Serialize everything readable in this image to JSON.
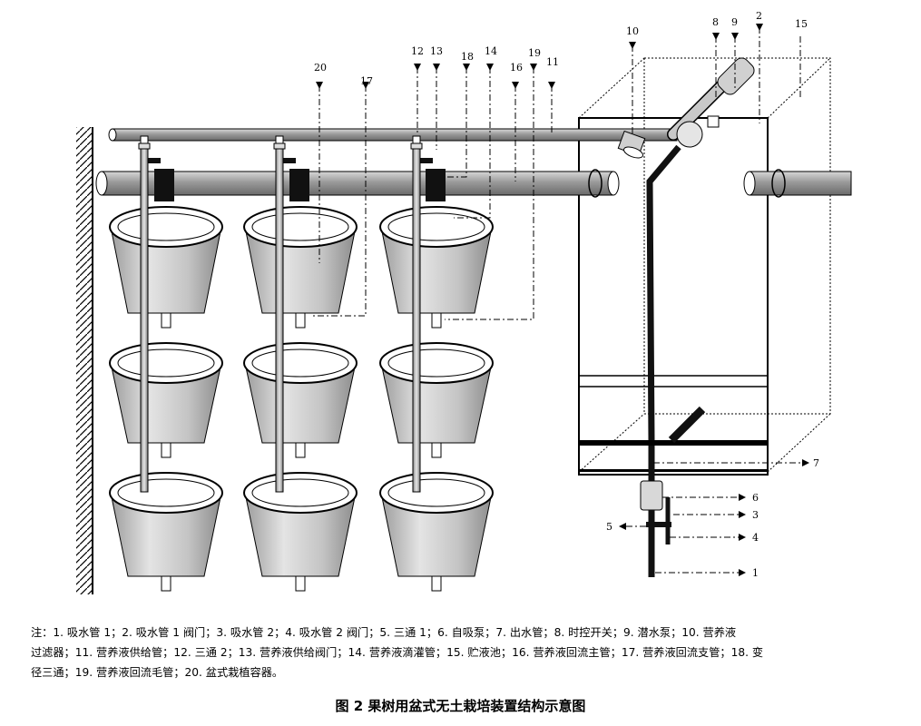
{
  "callouts": {
    "n1": "1",
    "n2": "2",
    "n3": "3",
    "n4": "4",
    "n5": "5",
    "n6": "6",
    "n7": "7",
    "n8": "8",
    "n9": "9",
    "n10": "10",
    "n11": "11",
    "n12": "12",
    "n13": "13",
    "n14": "14",
    "n15": "15",
    "n16": "16",
    "n17": "17",
    "n18": "18",
    "n19": "19",
    "n20": "20"
  },
  "note": {
    "line1": "注：1. 吸水管 1；2. 吸水管 1 阀门；3. 吸水管 2；4. 吸水管 2 阀门；5. 三通 1；6. 自吸泵；7. 出水管；8. 时控开关；9. 潜水泵；10. 营养液",
    "line2": "过滤器；11. 营养液供给管；12. 三通 2；13. 营养液供给阀门；14. 营养液滴灌管；15. 贮液池；16. 营养液回流主管；17. 营养液回流支管；18. 变",
    "line3": "径三通；19. 营养液回流毛管；20. 盆式栽植容器。"
  },
  "caption": "图 2    果树用盆式无土栽培装置结构示意图"
}
